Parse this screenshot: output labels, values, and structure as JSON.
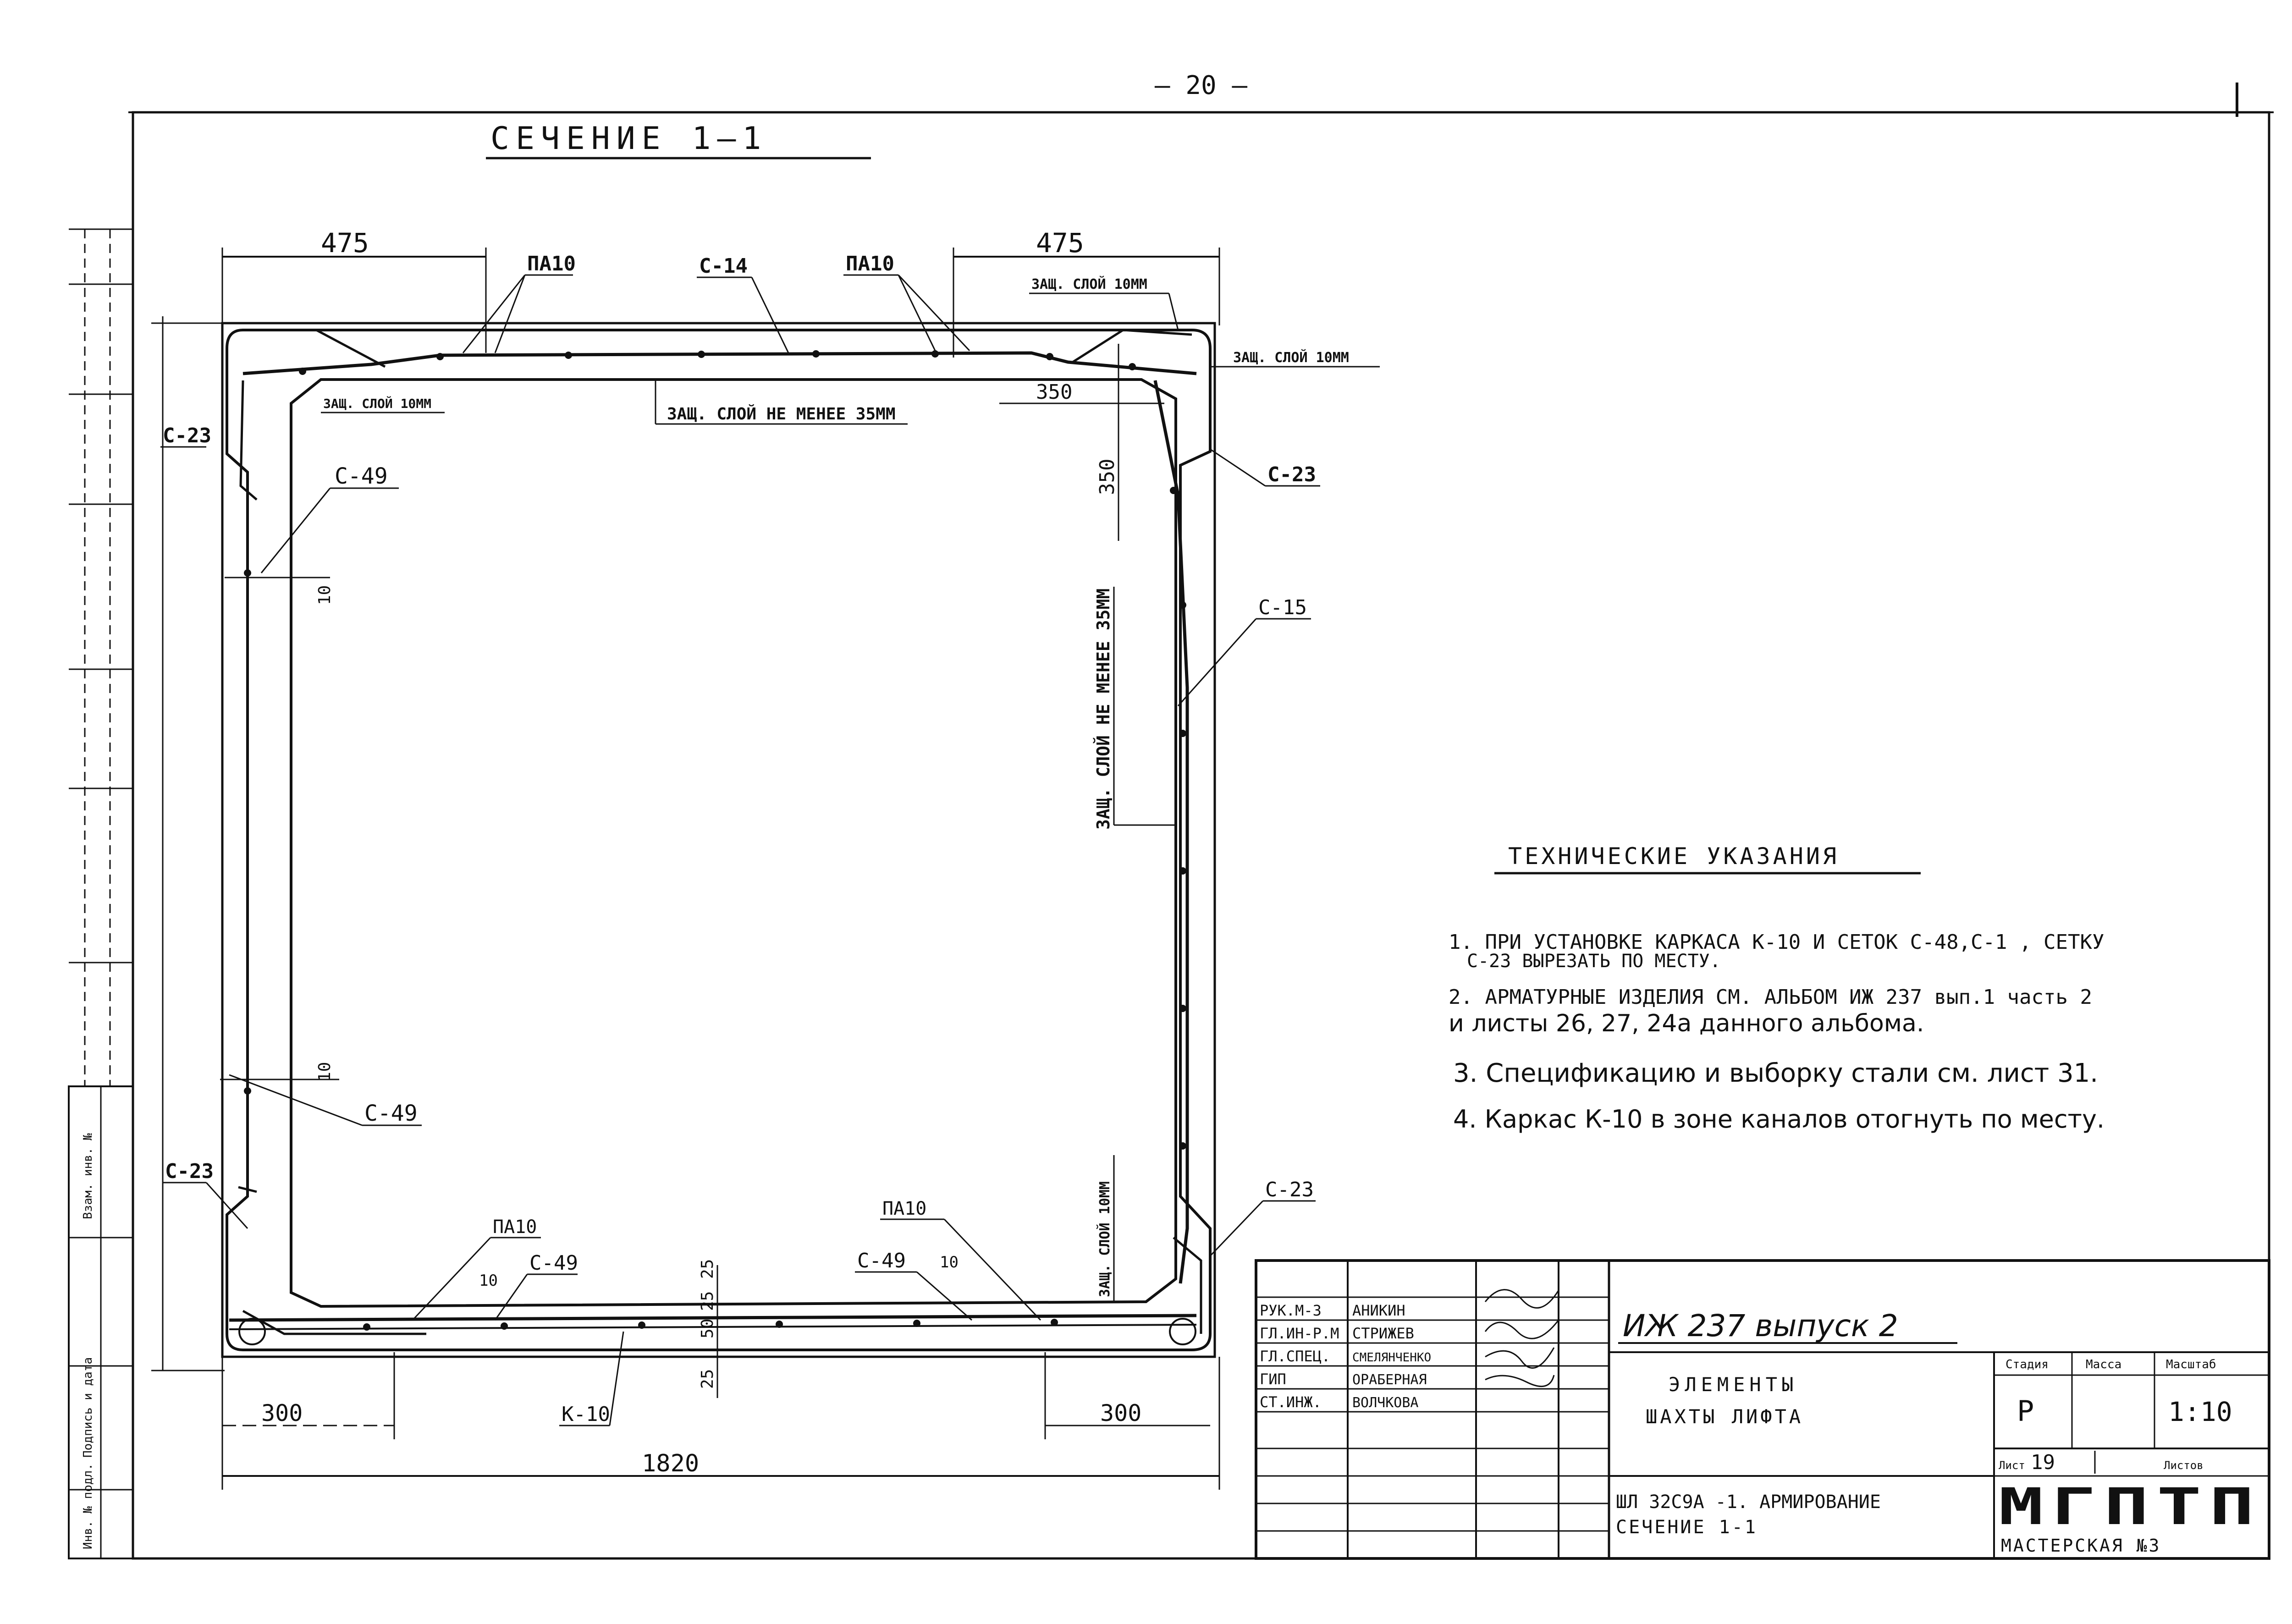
{
  "page_number": "— 20 —",
  "section_title": "СЕЧЕНИЕ  1—1",
  "dims": {
    "top_left": "475",
    "top_right": "475",
    "corner_350_h": "350",
    "corner_350_v": "350",
    "bottom_left": "300",
    "bottom_right": "300",
    "overall_width": "1820",
    "bottom_25": "25",
    "bottom_50": "50",
    "bottom_25b": "25",
    "bottom_25c": "25",
    "left_10": "10",
    "left_10b": "10",
    "bottom_10a": "10",
    "bottom_10b": "10"
  },
  "callouts": {
    "pa10_top_left": "ПА10",
    "c14": "С-14",
    "pa10_top_right": "ПА10",
    "c23_left_top": "С-23",
    "c23_right_top": "С-23",
    "c49_left_top": "С-49",
    "c15": "С-15",
    "c49_left_mid": "С-49",
    "c23_left_bottom": "С-23",
    "c23_right_bottom": "С-23",
    "pa10_bottom_left": "ПА10",
    "c49_bottom_left": "С-49",
    "pa10_bottom_right": "ПА10",
    "c49_bottom_right": "С-49",
    "k10": "К-10"
  },
  "notes_cover": {
    "top_right": "ЗАЩ. СЛОЙ 10ММ",
    "right_edge": "ЗАЩ. СЛОЙ 10ММ",
    "top_left": "ЗАЩ. СЛОЙ 10ММ",
    "top_center": "ЗАЩ. СЛОЙ НЕ МЕНЕЕ 35ММ",
    "right_vertical": "ЗАЩ. СЛОЙ НЕ МЕНЕЕ 35ММ",
    "right_bottom_vertical": "ЗАЩ. СЛОЙ 10ММ"
  },
  "tech": {
    "heading": "ТЕХНИЧЕСКИЕ   УКАЗАНИЯ",
    "n1a": "1. ПРИ УСТАНОВКЕ КАРКАСА К-10 И СЕТОК С-48,С-1 , СЕТКУ",
    "n1b": "С-23 ВЫРЕЗАТЬ ПО МЕСТУ.",
    "n2a": "2. АРМАТУРНЫЕ ИЗДЕЛИЯ СМ. АЛЬБОМ ИЖ 237 вып.1 часть 2",
    "n2b": "и листы 26, 27, 24а данного альбома.",
    "n3": "3. Спецификацию и выборку стали см. лист 31.",
    "n4": "4. Каркас К-10 в зоне каналов отогнуть по месту."
  },
  "title_block": {
    "roles": [
      "РУК.М-3",
      "ГЛ.ИН-Р.М",
      "ГЛ.СПЕЦ.",
      "ГИП",
      "СТ.ИНЖ."
    ],
    "names": [
      "АНИКИН",
      "СТРИЖЕВ",
      "СМЕЛЯНЧЕНКО",
      "ОРАБЕРНАЯ",
      "ВОЛЧКОВА"
    ],
    "code": "ИЖ 237   выпуск 2",
    "object_line1": "ЭЛЕМЕНТЫ",
    "object_line2": "ШАХТЫ   ЛИФТА",
    "stage_label": "Стадия",
    "mass_label": "Масса",
    "scale_label": "Масштаб",
    "stage": "Р",
    "mass": "",
    "scale": "1:10",
    "sheet_label": "Лист",
    "sheet_no": "19",
    "sheets_label": "Листов",
    "sheets_total": "",
    "drawing_line1": "ШЛ 32С9А -1. АРМИРОВАНИЕ",
    "drawing_line2": "СЕЧЕНИЕ  1-1",
    "org_logo": "МГПТП",
    "org_name": "МАСТЕРСКАЯ  №3"
  },
  "side_stamp": {
    "a": "Инв. № подл.",
    "b": "Подпись и дата",
    "c": "Взам. инв. №"
  }
}
